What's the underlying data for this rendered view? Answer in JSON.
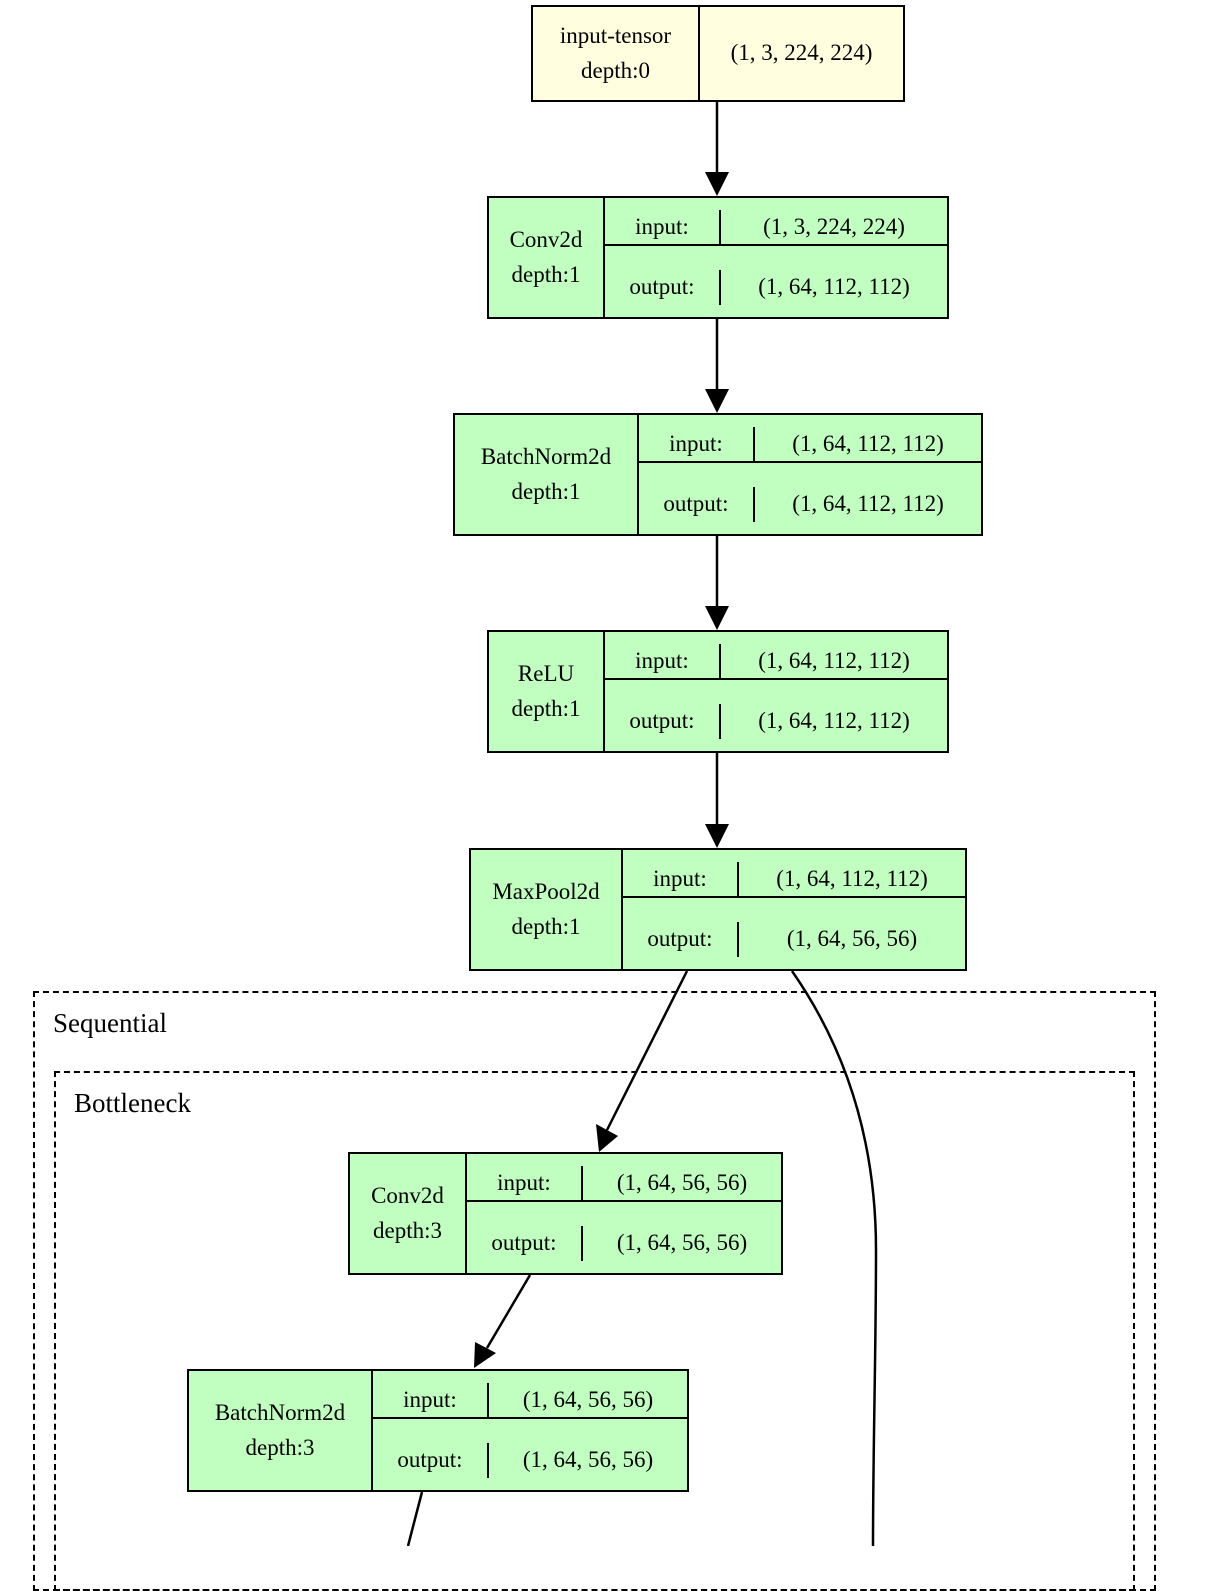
{
  "clusters": {
    "sequential": "Sequential",
    "bottleneck": "Bottleneck"
  },
  "nodes": {
    "input_tensor": {
      "name": "input-tensor",
      "depth": "depth:0",
      "shape": "(1, 3, 224, 224)"
    },
    "conv2d_1": {
      "name": "Conv2d",
      "depth": "depth:1",
      "input_label": "input:",
      "input": "(1, 3, 224, 224)",
      "output_label": "output:",
      "output": "(1, 64, 112, 112)"
    },
    "batchnorm2d_1": {
      "name": "BatchNorm2d",
      "depth": "depth:1",
      "input_label": "input:",
      "input": "(1, 64, 112, 112)",
      "output_label": "output:",
      "output": "(1, 64, 112, 112)"
    },
    "relu_1": {
      "name": "ReLU",
      "depth": "depth:1",
      "input_label": "input:",
      "input": "(1, 64, 112, 112)",
      "output_label": "output:",
      "output": "(1, 64, 112, 112)"
    },
    "maxpool2d_1": {
      "name": "MaxPool2d",
      "depth": "depth:1",
      "input_label": "input:",
      "input": "(1, 64, 112, 112)",
      "output_label": "output:",
      "output": "(1, 64, 56, 56)"
    },
    "conv2d_3": {
      "name": "Conv2d",
      "depth": "depth:3",
      "input_label": "input:",
      "input": "(1, 64, 56, 56)",
      "output_label": "output:",
      "output": "(1, 64, 56, 56)"
    },
    "batchnorm2d_3": {
      "name": "BatchNorm2d",
      "depth": "depth:3",
      "input_label": "input:",
      "input": "(1, 64, 56, 56)",
      "output_label": "output:",
      "output": "(1, 64, 56, 56)"
    }
  },
  "colors": {
    "input_fill": "#ffffe0",
    "layer_fill": "#c1ffc1",
    "stroke": "#000000"
  }
}
